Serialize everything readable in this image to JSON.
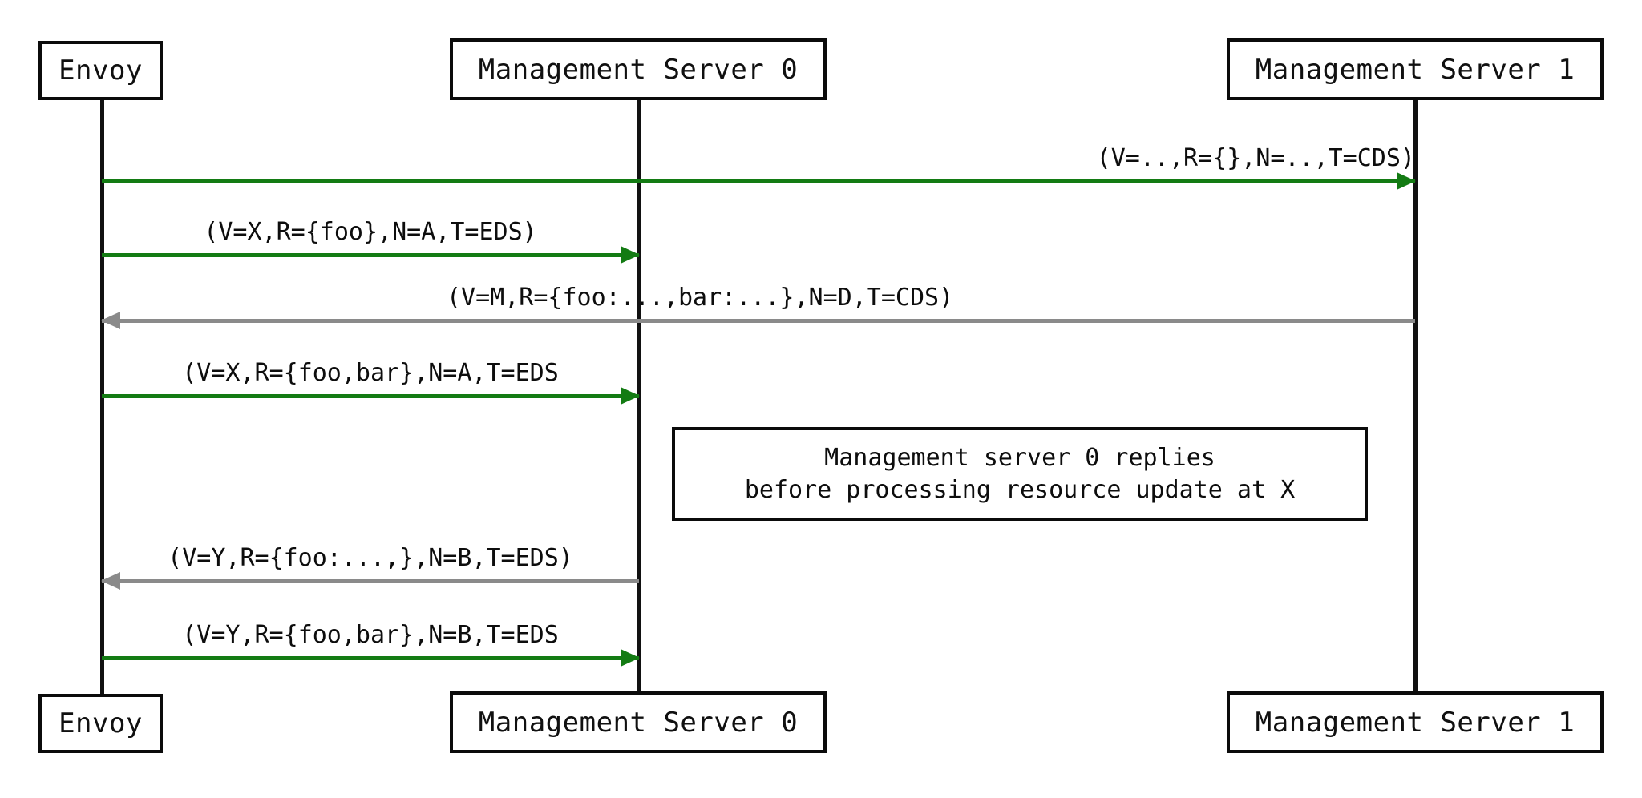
{
  "diagram": {
    "type": "sequence-diagram",
    "colors": {
      "request_arrow": "#137b13",
      "response_arrow": "#8a8a8a",
      "box_border": "#0b0b0b",
      "text": "#0d0d0d",
      "background": "#ffffff"
    },
    "participants": [
      {
        "id": "envoy",
        "label": "Envoy"
      },
      {
        "id": "ms0",
        "label": "Management Server 0"
      },
      {
        "id": "ms1",
        "label": "Management Server 1"
      }
    ],
    "messages": [
      {
        "id": "m1",
        "label": "(V=..,R={},N=..,T=CDS)",
        "from": "envoy",
        "to": "ms1",
        "direction": "right",
        "color": "green"
      },
      {
        "id": "m2",
        "label": "(V=X,R={foo},N=A,T=EDS)",
        "from": "envoy",
        "to": "ms0",
        "direction": "right",
        "color": "green"
      },
      {
        "id": "m3",
        "label": "(V=M,R={foo:...,bar:...},N=D,T=CDS)",
        "from": "ms1",
        "to": "envoy",
        "direction": "left",
        "color": "gray"
      },
      {
        "id": "m4",
        "label": "(V=X,R={foo,bar},N=A,T=EDS",
        "from": "envoy",
        "to": "ms0",
        "direction": "right",
        "color": "green"
      },
      {
        "id": "m5",
        "label": "(V=Y,R={foo:...,},N=B,T=EDS)",
        "from": "ms0",
        "to": "envoy",
        "direction": "left",
        "color": "gray"
      },
      {
        "id": "m6",
        "label": "(V=Y,R={foo,bar},N=B,T=EDS",
        "from": "envoy",
        "to": "ms0",
        "direction": "right",
        "color": "green"
      }
    ],
    "note": {
      "line1": "Management server 0 replies",
      "line2": "before processing resource update at X"
    }
  }
}
